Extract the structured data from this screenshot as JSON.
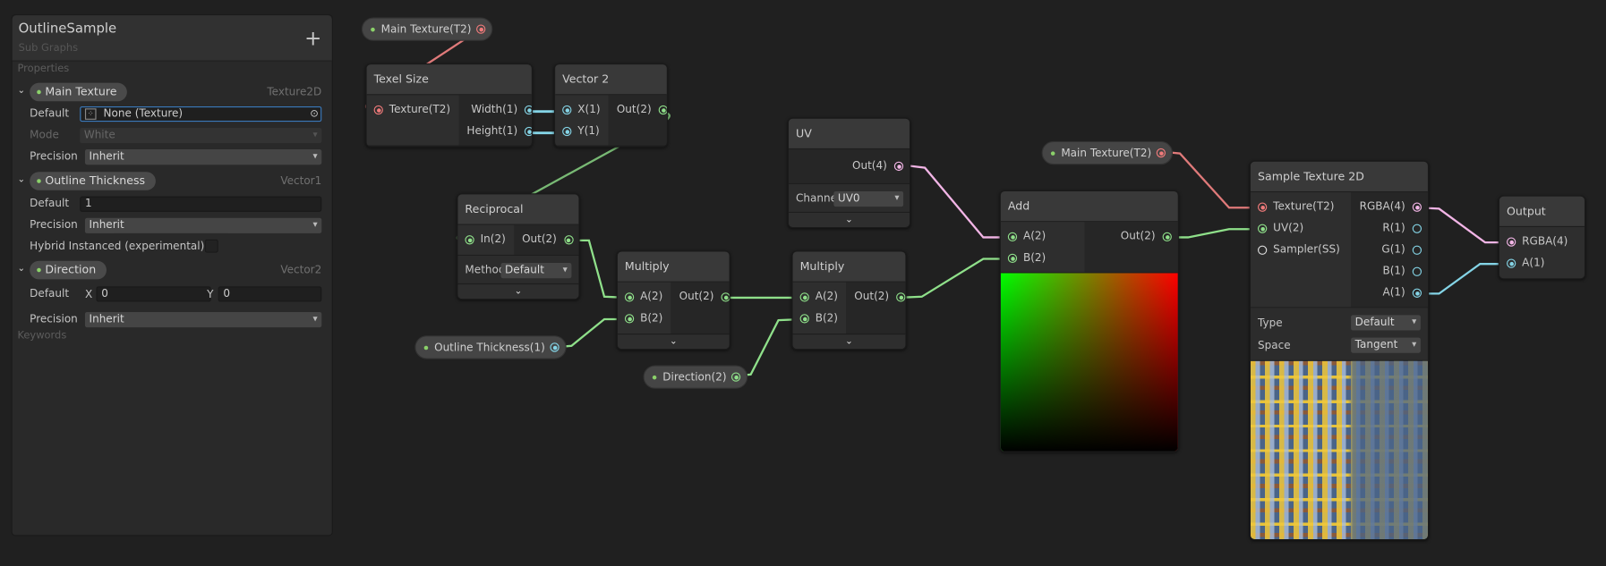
{
  "blackboard": {
    "title": "OutlineSample",
    "subtitle": "Sub Graphs",
    "add_label": "+",
    "properties_label": "Properties",
    "keywords_label": "Keywords",
    "properties": [
      {
        "name": "Main Texture",
        "type": "Texture2D",
        "default_label": "Default",
        "default_value": "None (Texture)",
        "mode_label": "Mode",
        "mode_value": "White",
        "precision_label": "Precision",
        "precision_value": "Inherit"
      },
      {
        "name": "Outline Thickness",
        "type": "Vector1",
        "default_label": "Default",
        "default_value": "1",
        "precision_label": "Precision",
        "precision_value": "Inherit",
        "hybrid_label": "Hybrid Instanced (experimental)",
        "hybrid_checked": false
      },
      {
        "name": "Direction",
        "type": "Vector2",
        "default_label": "Default",
        "x_label": "X",
        "x_value": "0",
        "y_label": "Y",
        "y_value": "0",
        "precision_label": "Precision",
        "precision_value": "Inherit"
      }
    ]
  },
  "graph": {
    "pills": {
      "main_texture_1": "Main Texture(T2)",
      "main_texture_2": "Main Texture(T2)",
      "outline_thickness": "Outline Thickness(1)",
      "direction": "Direction(2)"
    },
    "texel_size": {
      "title": "Texel Size",
      "in": [
        "Texture(T2)"
      ],
      "out": [
        "Width(1)",
        "Height(1)"
      ]
    },
    "vector2": {
      "title": "Vector 2",
      "in": [
        "X(1)",
        "Y(1)"
      ],
      "out": [
        "Out(2)"
      ]
    },
    "reciprocal": {
      "title": "Reciprocal",
      "in": [
        "In(2)"
      ],
      "out": [
        "Out(2)"
      ],
      "method_label": "Method",
      "method_value": "Default"
    },
    "uv": {
      "title": "UV",
      "out": [
        "Out(4)"
      ],
      "channel_label": "Channel",
      "channel_value": "UV0"
    },
    "multiply1": {
      "title": "Multiply",
      "in": [
        "A(2)",
        "B(2)"
      ],
      "out": [
        "Out(2)"
      ]
    },
    "multiply2": {
      "title": "Multiply",
      "in": [
        "A(2)",
        "B(2)"
      ],
      "out": [
        "Out(2)"
      ]
    },
    "add": {
      "title": "Add",
      "in": [
        "A(2)",
        "B(2)"
      ],
      "out": [
        "Out(2)"
      ]
    },
    "sample_texture": {
      "title": "Sample Texture 2D",
      "in": [
        "Texture(T2)",
        "UV(2)",
        "Sampler(SS)"
      ],
      "out": [
        "RGBA(4)",
        "R(1)",
        "G(1)",
        "B(1)",
        "A(1)"
      ],
      "type_label": "Type",
      "type_value": "Default",
      "space_label": "Space",
      "space_value": "Tangent"
    },
    "output": {
      "title": "Output",
      "in": [
        "RGBA(4)",
        "A(1)"
      ]
    }
  },
  "colors": {
    "vector1": "#84d4e6",
    "vector2": "#8fe08a",
    "vector4": "#f2b5e6",
    "texture": "#f07a7a",
    "accent": "#3a79bb"
  }
}
